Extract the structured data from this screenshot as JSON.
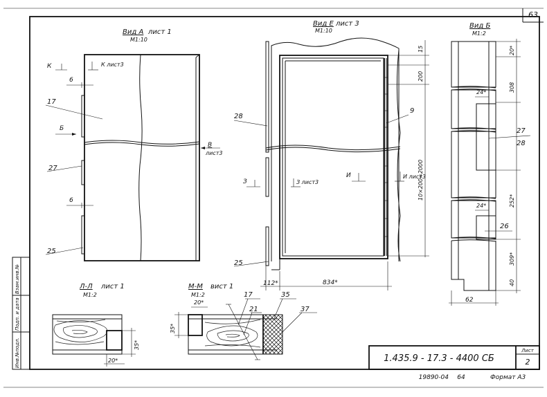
{
  "sheet": {
    "page_number": "63",
    "designation": "1.435.9 - 17.3 - 4400 СБ",
    "sheet_label": "Лист",
    "sheet_number": "2",
    "bottom_code": "19890-04",
    "bottom_page": "64",
    "format": "Формат А3"
  },
  "side_stamp": {
    "col1": "Взам.инв.№",
    "col2": "Подп. и дата",
    "col3": "Инв.№подл."
  },
  "view_a": {
    "title": "Вид А",
    "sheet_ref": "лист 1",
    "scale": "М1:10",
    "k_mark": "К",
    "k_ref": "К лист3",
    "dim_top": "6",
    "dim_mid": "6",
    "b_mark": "Б",
    "v_mark": "В",
    "v_ref": "лист3",
    "pos_17": "17",
    "pos_27": "27",
    "pos_25": "25"
  },
  "view_e": {
    "title": "Вид Е",
    "sheet_ref": "лист 3",
    "scale": "М1:10",
    "pos_28": "28",
    "pos_9": "9",
    "pos_25": "25",
    "dim_15": "15",
    "dim_200": "200",
    "dim_total": "10×200=2000",
    "z_mark": "З",
    "z_ref": "З лист3",
    "i_mark": "И",
    "i_ref": "И лист3",
    "dim_112": "112*",
    "dim_834": "834*"
  },
  "view_b": {
    "title": "Вид Б",
    "scale": "М1:2",
    "dim_20": "20*",
    "dim_308": "308",
    "dim_24a": "24*",
    "pos_27": "27",
    "pos_28": "28",
    "dim_252": "252*",
    "dim_24b": "24*",
    "pos_26": "26",
    "dim_309": "309*",
    "dim_40": "40",
    "dim_62": "62"
  },
  "section_ll": {
    "title": "Л-Л",
    "sheet_ref": "лист 1",
    "scale": "М1:2",
    "dim_35": "35*",
    "dim_20": "20*"
  },
  "section_mm": {
    "title": "М-М",
    "sheet_ref": "вист 1",
    "scale": "М1:2",
    "dim_20": "20*",
    "dim_35": "35*",
    "pos_17": "17",
    "pos_21": "21",
    "pos_35": "35",
    "pos_37": "37"
  }
}
